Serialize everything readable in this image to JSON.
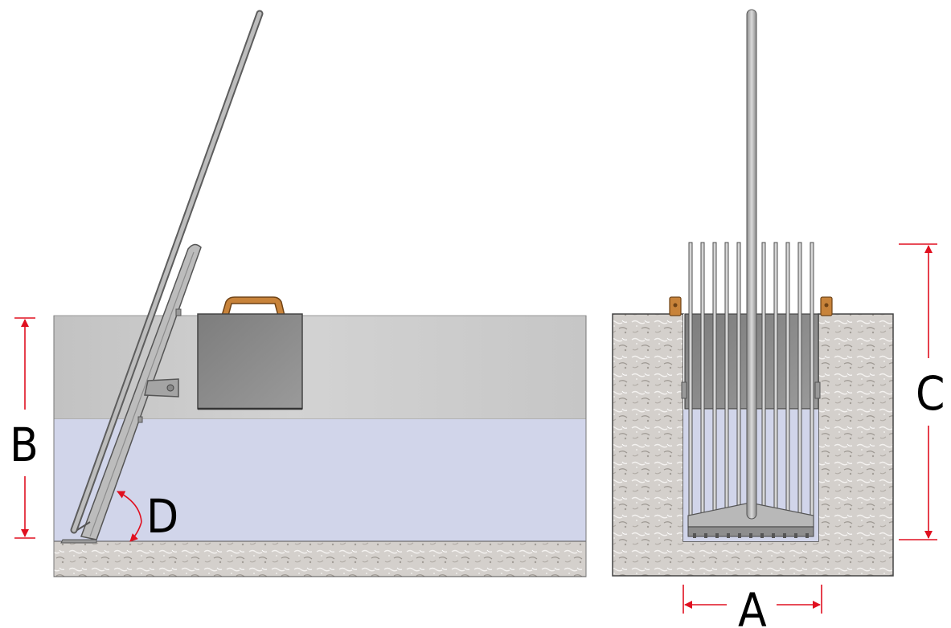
{
  "labels": {
    "A": "A",
    "B": "B",
    "C": "C",
    "D": "D"
  },
  "colors": {
    "dimension": "#e01020",
    "water": "#d1d5ea",
    "air_panel": "#c9c9c9",
    "concrete": "#d2ceca",
    "steel": "#a9a9a9",
    "handle": "#c8833a"
  }
}
